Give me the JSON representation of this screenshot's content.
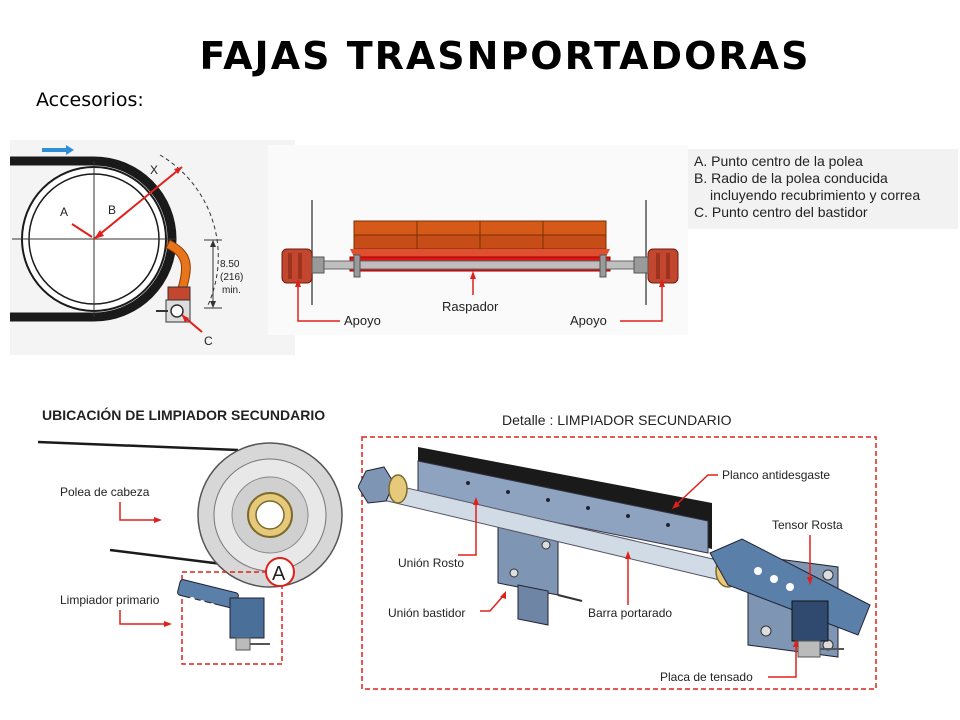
{
  "page": {
    "title": "FAJAS TRASNPORTADORAS",
    "subtitle": "Accesorios:"
  },
  "legend": {
    "items": [
      "A. Punto centro de la polea",
      "B. Radio de la polea conducida",
      "incluyendo recubrimiento y correa",
      "C. Punto centro del bastidor"
    ]
  },
  "pulley_diagram": {
    "labels": {
      "x": "X",
      "a": "A",
      "b": "B",
      "c": "C"
    },
    "dimension": [
      "8.50",
      "(216)",
      "min."
    ]
  },
  "scraper_diagram": {
    "labels": {
      "apoyo_left": "Apoyo",
      "raspador": "Raspador",
      "apoyo_right": "Apoyo"
    }
  },
  "secondary_location": {
    "heading": "UBICACIÓN DE LIMPIADOR SECUNDARIO",
    "labels": {
      "polea": "Polea de cabeza",
      "limpiador": "Limpiador primario",
      "marker": "A"
    }
  },
  "detail": {
    "heading": "Detalle : LIMPIADOR  SECUNDARIO",
    "labels": {
      "planco": "Planco antidesgaste",
      "tensor": "Tensor Rosta",
      "union_rosto": "Unión Rosto",
      "union_bastidor": "Unión bastidor",
      "barra": "Barra portarado",
      "placa": "Placa de tensado"
    }
  },
  "colors": {
    "accent_red": "#e0201b",
    "orange": "#e8741c",
    "arrow_blue": "#2e8fd6"
  }
}
